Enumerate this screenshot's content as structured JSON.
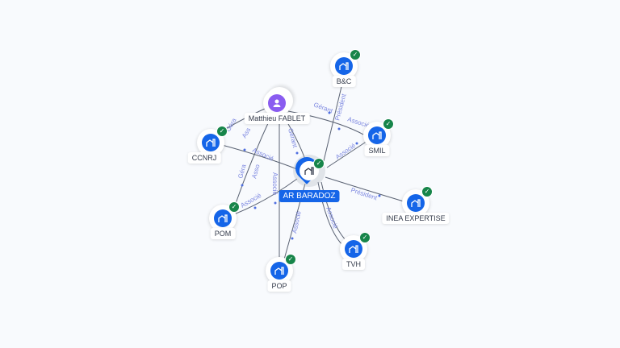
{
  "center": {
    "name": "AR BARADOZ"
  },
  "nodes": {
    "bc": "B&C",
    "person": "Matthieu FABLET",
    "smil": "SMIL",
    "ccnrj": "CCNRJ",
    "inea": "INEA EXPERTISE",
    "pom": "POM",
    "tvh": "TVH",
    "pop": "POP"
  },
  "edge_labels": {
    "president": "Président",
    "gerant": "Gérant",
    "associe": "Associé",
    "asso": "Asso",
    "ass": "Ass",
    "gera": "Géra"
  },
  "colors": {
    "company": "#1565e8",
    "person": "#8a5cf0",
    "verified": "#17854a",
    "edge_label": "#7b86e0"
  }
}
